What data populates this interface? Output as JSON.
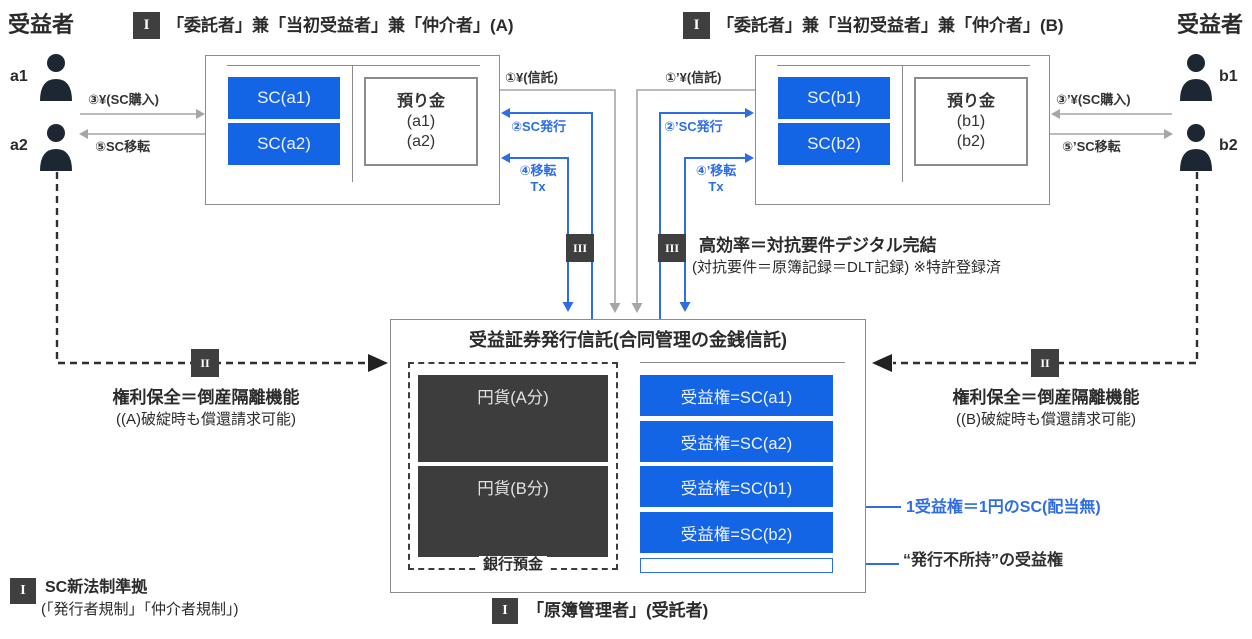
{
  "header": {
    "beneficiary_left": "受益者",
    "beneficiary_right": "受益者"
  },
  "actors": {
    "a1": "a1",
    "a2": "a2",
    "b1": "b1",
    "b2": "b2"
  },
  "badges": {
    "one": "I",
    "two": "II",
    "three": "III"
  },
  "box_a": {
    "title": "「委託者」兼「当初受益者」兼「仲介者」(A)",
    "sc": [
      "SC(a1)",
      "SC(a2)"
    ],
    "deposit_title": "預り金",
    "deposit_lines": [
      "(a1)",
      "(a2)"
    ]
  },
  "box_b": {
    "title": "「委託者」兼「当初受益者」兼「仲介者」(B)",
    "sc": [
      "SC(b1)",
      "SC(b2)"
    ],
    "deposit_title": "預り金",
    "deposit_lines": [
      "(b1)",
      "(b2)"
    ]
  },
  "flows": {
    "a": {
      "buy": "③¥(SC購入)",
      "move": "⑤SC移転",
      "trust": "①¥(信託)",
      "issue": "②SC発行",
      "tx1": "④移転",
      "tx2": "Tx"
    },
    "b": {
      "buy": "③’¥(SC購入)",
      "move": "⑤’SC移転",
      "trust": "①’¥(信託)",
      "issue": "②’SC発行",
      "tx1": "④’移転",
      "tx2": "Tx"
    }
  },
  "trust_box": {
    "title": "受益証券発行信託(合同管理の金銭信託)",
    "cash": [
      "円貨(A分)",
      "円貨(B分)"
    ],
    "bank": "銀行預金",
    "rights": [
      "受益権=SC(a1)",
      "受益権=SC(a2)",
      "受益権=SC(b1)",
      "受益権=SC(b2)"
    ],
    "manager_label": "「原簿管理者」(受託者)"
  },
  "notes": {
    "efficiency_title": "高効率＝対抗要件デジタル完結",
    "efficiency_sub": "(対抗要件＝原簿記録＝DLT記録) ※特許登録済",
    "protect_left_title": "権利保全＝倒産隔離機能",
    "protect_left_sub": "((A)破綻時も償還請求可能)",
    "protect_right_title": "権利保全＝倒産隔離機能",
    "protect_right_sub": "((B)破綻時も償還請求可能)",
    "unit": "1受益権＝1円のSC(配当無)",
    "nonissue": "“発行不所持”の受益権",
    "law_title": "SC新法制準拠",
    "law_sub": "(「発行者規制」「仲介者規制」)"
  },
  "colors": {
    "accent_blue": "#1464e6",
    "line_blue": "#2e6de4",
    "panel_dark": "#3d3d3d",
    "badge_dark": "#3f3f3f",
    "arrow_gray": "#a6a6a6",
    "border_gray": "#8c8c8c"
  }
}
